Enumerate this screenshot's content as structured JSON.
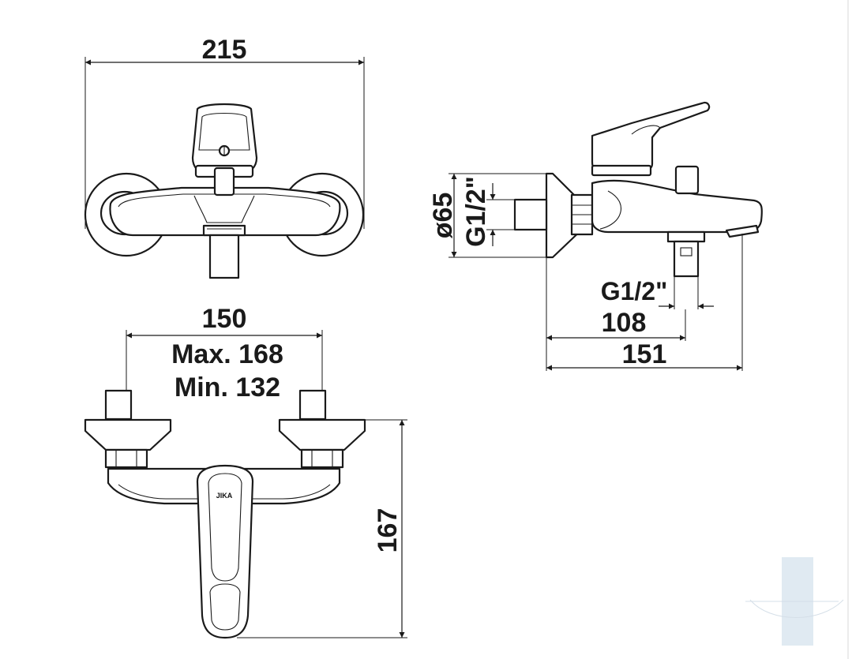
{
  "dimensions": {
    "front_width": "215",
    "top_spacing": "150",
    "top_spacing_max": "Max. 168",
    "top_spacing_min": "Min. 132",
    "top_height": "167",
    "side_flange_diameter": "ø65",
    "side_inlet_thread": "G1/2\"",
    "side_outlet_thread": "G1/2\"",
    "side_depth_outlet": "108",
    "side_depth_total": "151"
  },
  "brand_mark": "JIKA",
  "icons": {
    "arrow": "filled-triangle-arrowhead",
    "watermark": "faded-wall-tile-logo"
  }
}
